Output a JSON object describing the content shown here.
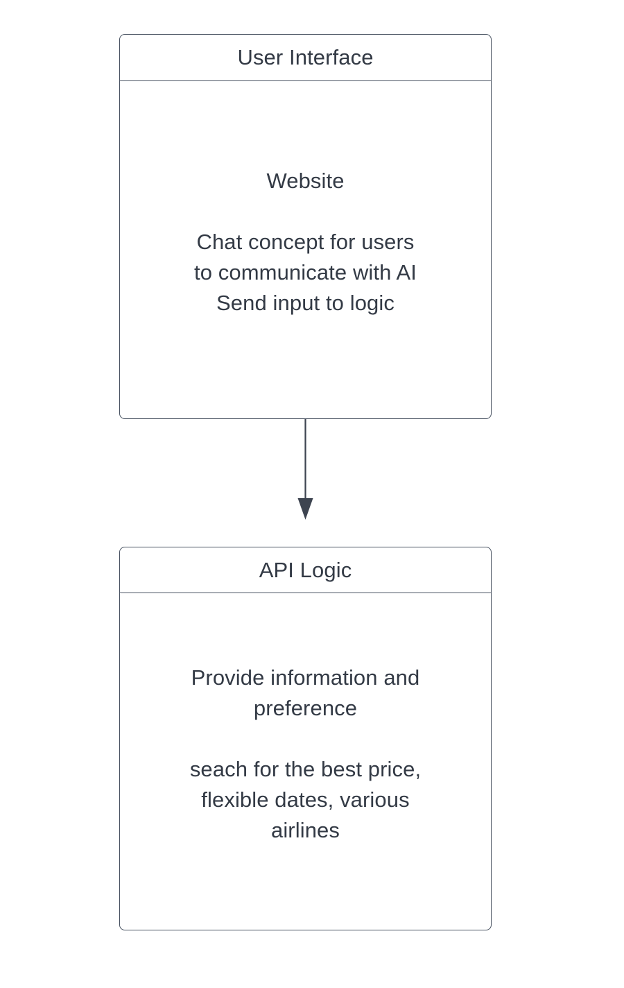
{
  "diagram": {
    "title_hidden": "",
    "background_color": "#ffffff",
    "border_color": "#46505f",
    "text_color": "#333a45",
    "arrow_color": "#3d4450",
    "nodes": [
      {
        "id": "user-interface",
        "header": "User Interface",
        "body": "Website\n\nChat concept for users\nto communicate with AI\nSend input to logic"
      },
      {
        "id": "api-logic",
        "header": "API Logic",
        "body": "Provide information and\npreference\n\nseach for the best price,\nflexible dates, various\nairlines"
      }
    ],
    "edges": [
      {
        "id": "ui-to-api",
        "from": "user-interface",
        "to": "api-logic",
        "label": "",
        "arrowhead": "filled-triangle",
        "direction": "down"
      }
    ]
  }
}
